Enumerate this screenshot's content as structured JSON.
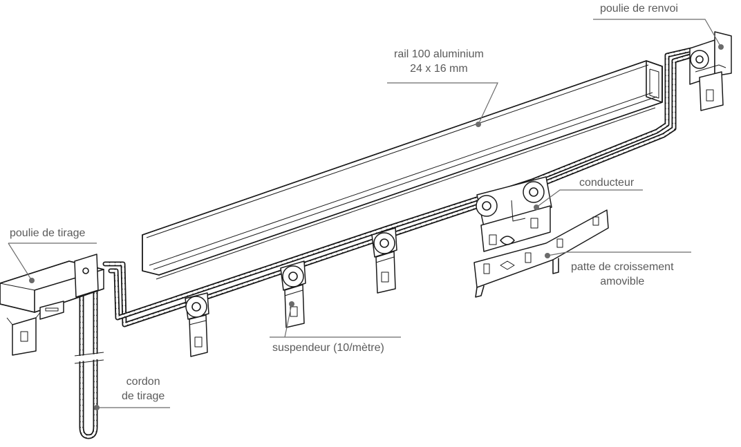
{
  "labels": {
    "poulie_renvoi": "poulie de renvoi",
    "rail_line1": "rail 100 aluminium",
    "rail_line2": "24 x 16 mm",
    "conducteur": "conducteur",
    "patte_line1": "patte de croissement",
    "patte_line2": "amovible",
    "poulie_tirage": "poulie de tirage",
    "suspendeur": "suspendeur (10/mètre)",
    "cordon_line1": "cordon",
    "cordon_line2": "de tirage"
  },
  "colors": {
    "ink": "#1a1a1a",
    "label_text": "#5a5a5a",
    "leader_line": "#6b6b6b",
    "background": "#ffffff"
  }
}
